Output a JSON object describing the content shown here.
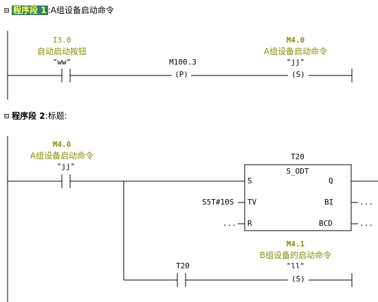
{
  "segments": [
    {
      "toggle": "⊟",
      "label": "程序段",
      "number": "1",
      "title": ":A组设备启动命令",
      "contact1": {
        "address": "I3.0",
        "comment": "自动启动按钮",
        "symbol": "\"ww\""
      },
      "pcoil": {
        "address": "M100.3",
        "glyph": "(P)"
      },
      "coil": {
        "address": "M4.0",
        "comment": "A组设备启动命令",
        "symbol": "\"jj\"",
        "glyph": "(S)"
      }
    },
    {
      "toggle": "⊟",
      "label": "程序段",
      "number": "2",
      "title": ":标题:",
      "contact1": {
        "address": "M4.0",
        "comment": "A组设备启动命令",
        "symbol": "\"jj\""
      },
      "timer": {
        "name": "T20",
        "type": "S_ODT",
        "pin_s": "S",
        "pin_tv": "TV",
        "pin_r": "R",
        "pin_q": "Q",
        "pin_bi": "BI",
        "pin_bcd": "BCD",
        "tv_value": "S5T#10S",
        "r_value": "...",
        "bi_value": "...",
        "bcd_value": "..."
      },
      "contact2": {
        "address": "T20"
      },
      "coil": {
        "address": "M4.1",
        "comment": "B组设备的启动命令",
        "symbol": "\"ll\"",
        "glyph": "(S)"
      }
    }
  ],
  "colors": {
    "address": "#8b8b00",
    "highlight_bg": "#2f7f73",
    "highlight_fg": "#ffff55"
  }
}
